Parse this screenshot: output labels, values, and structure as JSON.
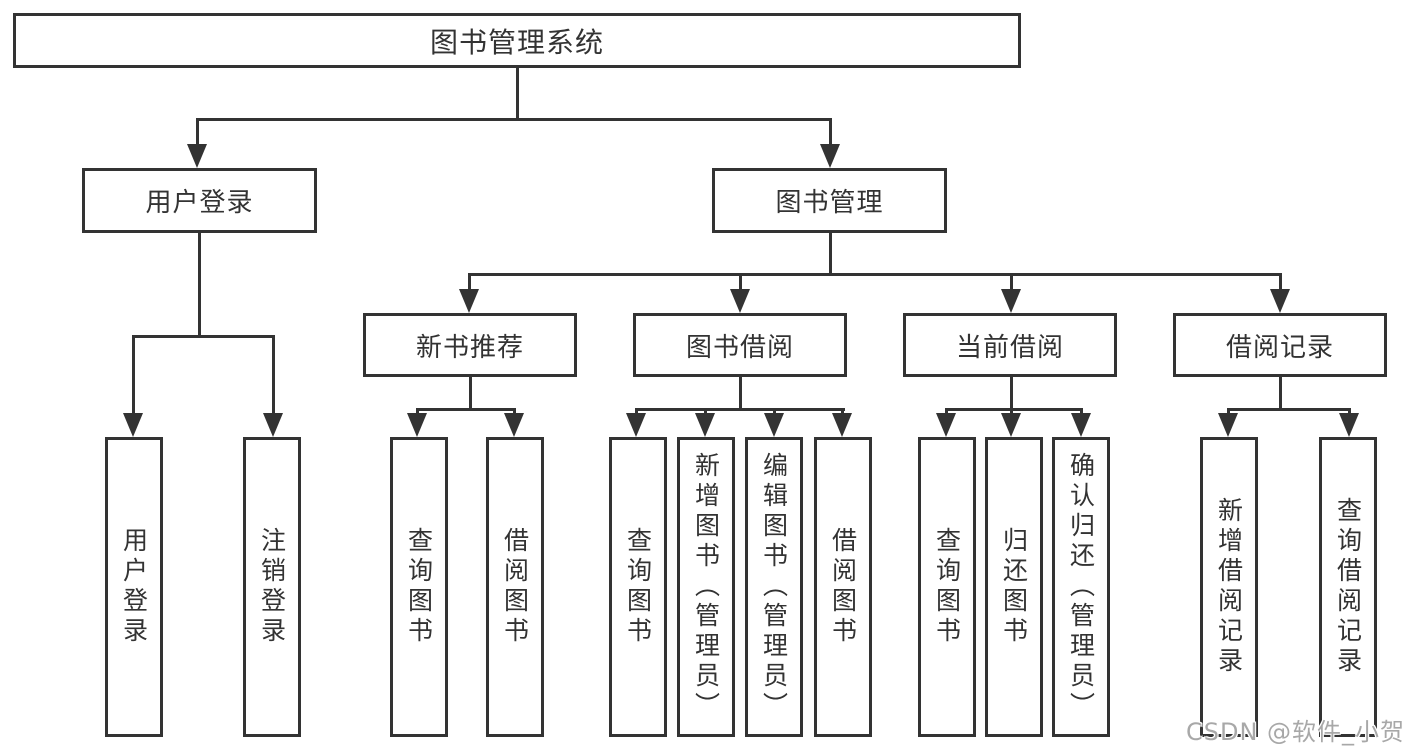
{
  "diagram": {
    "tree": {
      "label": "图书管理系统",
      "children": [
        {
          "label": "用户登录",
          "children": [
            {
              "label": "用户登录"
            },
            {
              "label": "注销登录"
            }
          ]
        },
        {
          "label": "图书管理",
          "children": [
            {
              "label": "新书推荐",
              "children": [
                {
                  "label": "查询图书"
                },
                {
                  "label": "借阅图书"
                }
              ]
            },
            {
              "label": "图书借阅",
              "children": [
                {
                  "label": "查询图书"
                },
                {
                  "label": "新增图书（管理员）"
                },
                {
                  "label": "编辑图书（管理员）"
                },
                {
                  "label": "借阅图书"
                }
              ]
            },
            {
              "label": "当前借阅",
              "children": [
                {
                  "label": "查询图书"
                },
                {
                  "label": "归还图书"
                },
                {
                  "label": "确认归还（管理员）"
                }
              ]
            },
            {
              "label": "借阅记录",
              "children": [
                {
                  "label": "新增借阅记录"
                },
                {
                  "label": "查询借阅记录"
                }
              ]
            }
          ]
        }
      ]
    },
    "watermark": {
      "text": "CSDN @软件_小贺同学"
    },
    "colors": {
      "line": "#333333",
      "text": "#333333",
      "background": "#ffffff",
      "watermark": "#a8a8a8"
    }
  }
}
